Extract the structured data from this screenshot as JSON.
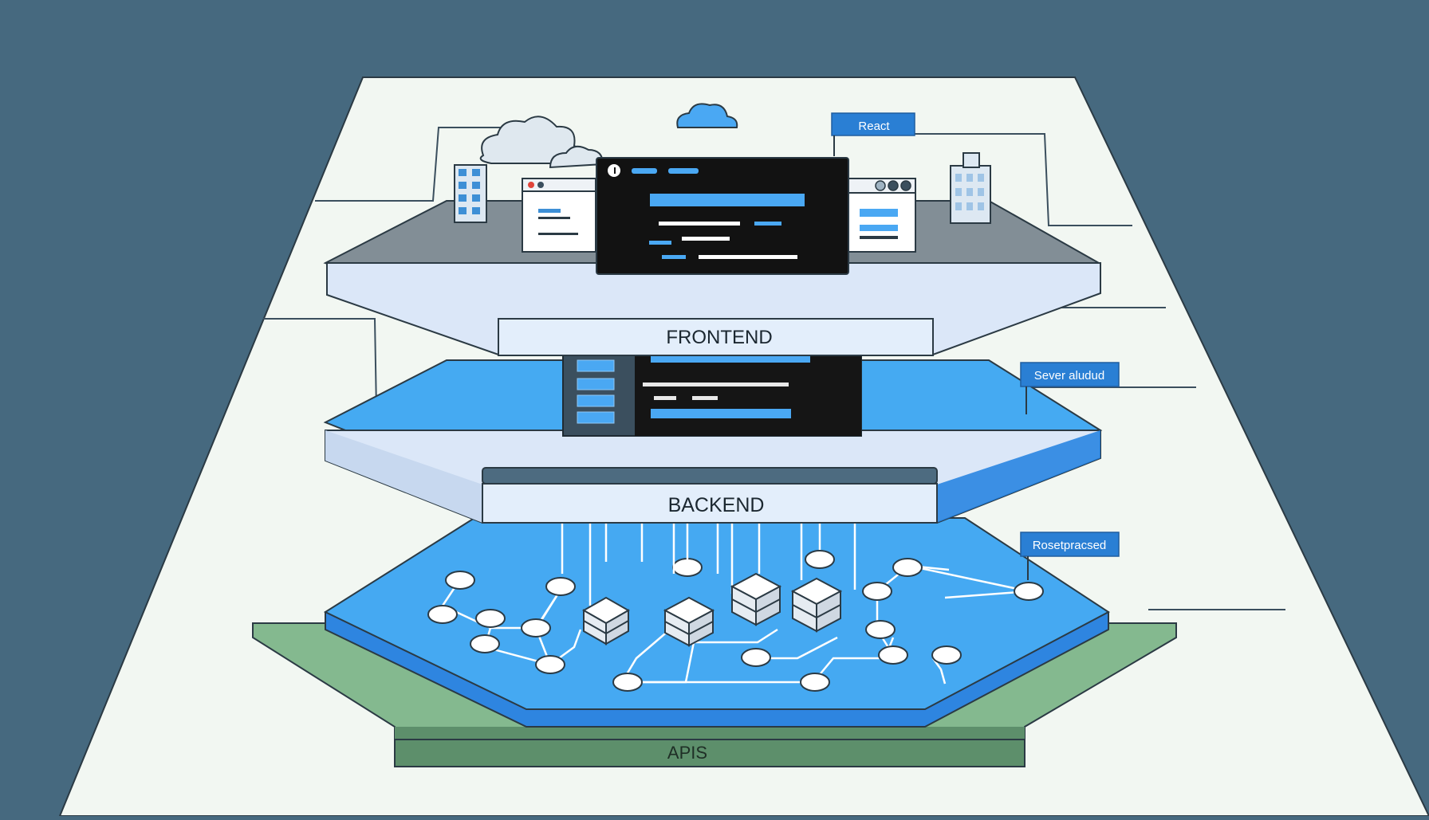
{
  "layers": {
    "frontend": "FRONTEND",
    "backend": "BACKEND",
    "apis": "APIS"
  },
  "tags": {
    "react": "React",
    "server": "Sever aludud",
    "rest": "Rosetpracsed"
  },
  "colors": {
    "background": "#46697f",
    "paper": "#f2f7f2",
    "frontend_top": "#808c94",
    "layer_side": "#dde8f8",
    "backend_top": "#45aaf2",
    "api_top": "#3fa3f0",
    "api_base": "#7fb58c",
    "tag_fill": "#2a7fd4",
    "screen_dark": "#121212"
  }
}
